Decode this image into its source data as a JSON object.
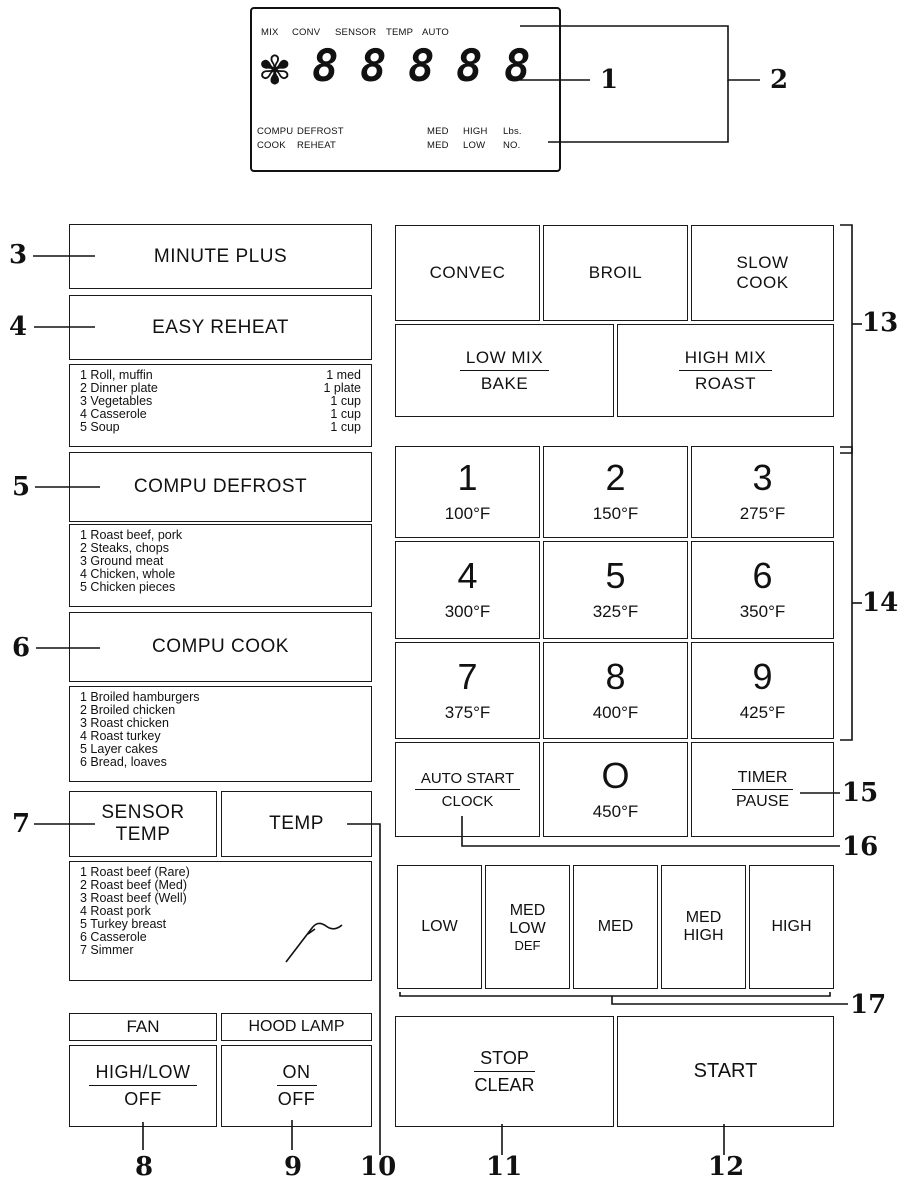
{
  "display": {
    "top_labels": [
      "MIX",
      "CONV",
      "SENSOR",
      "TEMP",
      "AUTO"
    ],
    "bottom_labels_row1": [
      "COMPU",
      "DEFROST",
      "MED",
      "HIGH",
      "Lbs."
    ],
    "bottom_labels_row2": [
      "COOK",
      "REHEAT",
      "MED",
      "LOW",
      "NO."
    ],
    "digits": [
      "8",
      "8",
      "8",
      "8",
      "8"
    ]
  },
  "left": {
    "minute_plus": "MINUTE PLUS",
    "easy_reheat": "EASY REHEAT",
    "reheat_items": [
      {
        "item": "1  Roll, muffin",
        "amount": "1 med"
      },
      {
        "item": "2  Dinner plate",
        "amount": "1 plate"
      },
      {
        "item": "3  Vegetables",
        "amount": "1 cup"
      },
      {
        "item": "4  Casserole",
        "amount": "1 cup"
      },
      {
        "item": "5  Soup",
        "amount": "1 cup"
      }
    ],
    "compu_defrost": "COMPU DEFROST",
    "defrost_items": [
      "1  Roast beef, pork",
      "2  Steaks, chops",
      "3  Ground meat",
      "4  Chicken, whole",
      "5  Chicken pieces"
    ],
    "compu_cook": "COMPU COOK",
    "cook_items": [
      "1  Broiled hamburgers",
      "2  Broiled chicken",
      "3  Roast chicken",
      "4  Roast turkey",
      "5  Layer cakes",
      "6  Bread, loaves"
    ],
    "sensor_temp_1": "SENSOR",
    "sensor_temp_2": "TEMP",
    "temp": "TEMP",
    "sensor_items": [
      "1  Roast beef (Rare)",
      "2  Roast beef (Med)",
      "3  Roast beef (Well)",
      "4  Roast pork",
      "5  Turkey breast",
      "6  Casserole",
      "7  Simmer"
    ],
    "fan_label": "FAN",
    "hood_lamp_label": "HOOD LAMP",
    "fan_top": "HIGH/LOW",
    "fan_bottom": "OFF",
    "lamp_top": "ON",
    "lamp_bottom": "OFF"
  },
  "modes": {
    "convec": "CONVEC",
    "broil": "BROIL",
    "slow_1": "SLOW",
    "slow_2": "COOK",
    "lowmix_top": "LOW MIX",
    "lowmix_bottom": "BAKE",
    "highmix_top": "HIGH MIX",
    "highmix_bottom": "ROAST"
  },
  "keypad": [
    {
      "num": "1",
      "temp": "100°F"
    },
    {
      "num": "2",
      "temp": "150°F"
    },
    {
      "num": "3",
      "temp": "275°F"
    },
    {
      "num": "4",
      "temp": "300°F"
    },
    {
      "num": "5",
      "temp": "325°F"
    },
    {
      "num": "6",
      "temp": "350°F"
    },
    {
      "num": "7",
      "temp": "375°F"
    },
    {
      "num": "8",
      "temp": "400°F"
    },
    {
      "num": "9",
      "temp": "425°F"
    }
  ],
  "zero": {
    "num": "O",
    "temp": "450°F"
  },
  "auto_start_top": "AUTO START",
  "auto_start_bottom": "CLOCK",
  "timer_top": "TIMER",
  "timer_bottom": "PAUSE",
  "power": {
    "low": "LOW",
    "medlow_1": "MED",
    "medlow_2": "LOW",
    "medlow_3": "DEF",
    "med": "MED",
    "medhigh_1": "MED",
    "medhigh_2": "HIGH",
    "high": "HIGH"
  },
  "stop_top": "STOP",
  "stop_bottom": "CLEAR",
  "start": "START",
  "callouts": [
    "1",
    "2",
    "3",
    "4",
    "5",
    "6",
    "7",
    "8",
    "9",
    "10",
    "11",
    "12",
    "13",
    "14",
    "15",
    "16",
    "17"
  ]
}
